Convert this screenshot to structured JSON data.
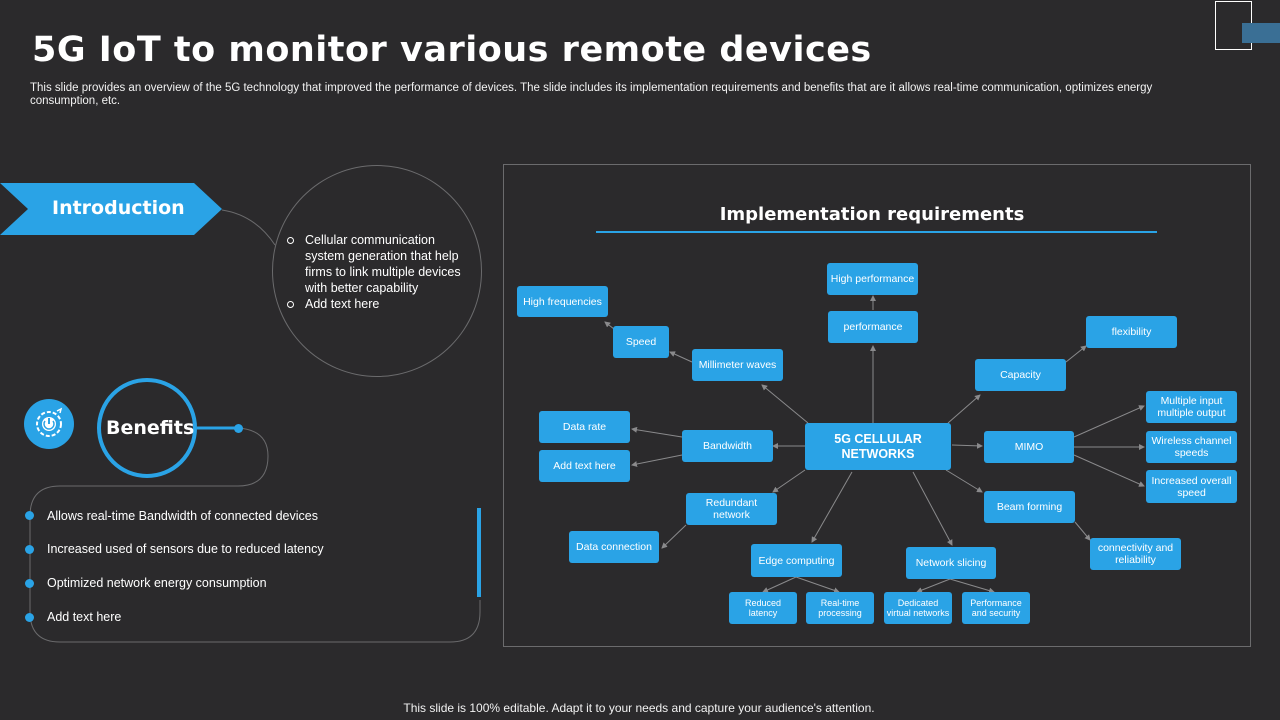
{
  "header": {
    "title": "5G IoT to monitor various remote devices",
    "subtitle": "This slide provides an overview of the 5G technology that improved the performance of devices. The slide includes its implementation requirements and benefits that are it allows real-time communication, optimizes energy consumption, etc."
  },
  "introduction": {
    "label": "Introduction",
    "items": [
      "Cellular communication system generation that help firms to link multiple devices with better capability",
      "Add text here"
    ]
  },
  "benefits": {
    "label": "Benefits",
    "items": [
      "Allows real-time Bandwidth of connected devices",
      "Increased used of sensors due to reduced latency",
      "Optimized network energy consumption",
      "Add text here"
    ]
  },
  "implementation": {
    "title": "Implementation requirements",
    "center": "5G CELLULAR NETWORKS",
    "nodes": {
      "high_performance": "High performance",
      "performance": "performance",
      "high_frequencies": "High frequencies",
      "speed": "Speed",
      "millimeter_waves": "Millimeter  waves",
      "flexibility": "flexibility",
      "capacity": "Capacity",
      "data_rate": "Data rate",
      "add_text": "Add text here",
      "bandwidth": "Bandwidth",
      "mimo": "MIMO",
      "multiple_io": "Multiple  input multiple  output",
      "wireless_speeds": "Wireless channel speeds",
      "increased_speed": "Increased overall speed",
      "redundant_network": "Redundant network",
      "beam_forming": "Beam forming",
      "data_connection": "Data connection",
      "connectivity": "connectivity and reliability",
      "edge_computing": "Edge  computing",
      "network_slicing": "Network slicing",
      "reduced_latency": "Reduced latency",
      "realtime_processing": "Real-time processing",
      "dedicated_networks": "Dedicated virtual networks",
      "performance_security": "Performance and security"
    }
  },
  "footer": "This slide is 100% editable. Adapt it to your needs and capture your audience's attention.",
  "colors": {
    "background": "#2b2a2c",
    "accent": "#2aa3e6",
    "line": "#8a8a8c"
  }
}
